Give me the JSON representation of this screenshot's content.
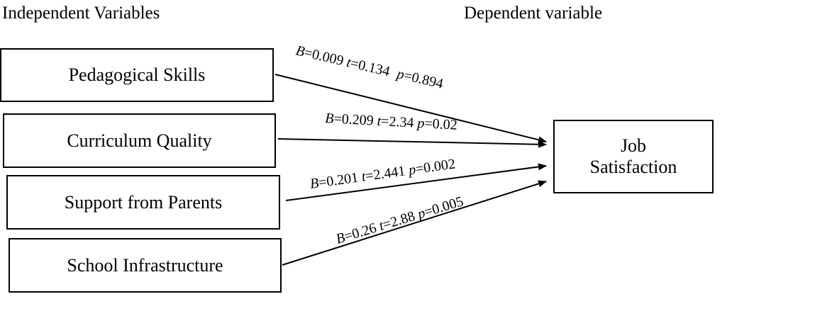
{
  "headers": {
    "independent": "Independent Variables",
    "dependent": "Dependent variable"
  },
  "predictors": [
    {
      "label": "Pedagogical Skills",
      "B": "0.009",
      "t": "0.134",
      "p": "0.894"
    },
    {
      "label": "Curriculum Quality",
      "B": "0.209",
      "t": "2.34",
      "p": "0.02"
    },
    {
      "label": "Support from Parents",
      "B": "0.201",
      "t": "2.441",
      "p": "0.002"
    },
    {
      "label": "School Infrastructure",
      "B": "0.26",
      "t": "2.88",
      "p": "0.005"
    }
  ],
  "outcome": {
    "line1": "Job",
    "line2": "Satisfaction"
  },
  "stat_symbols": {
    "B": "B",
    "t": "t",
    "p": "p",
    "eq": "="
  }
}
